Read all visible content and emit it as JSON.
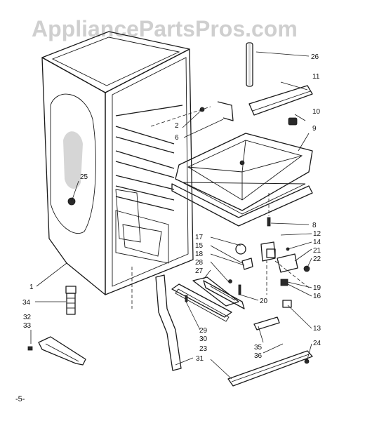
{
  "watermark": "AppliancePartsPros.com",
  "page_number": "-5-",
  "callouts": {
    "c1": "1",
    "c2": "2",
    "c6": "6",
    "c8": "8",
    "c9": "9",
    "c10": "10",
    "c11": "11",
    "c12": "12",
    "c13": "13",
    "c14": "14",
    "c15": "15",
    "c16": "16",
    "c17": "17",
    "c18": "18",
    "c19": "19",
    "c20": "20",
    "c21": "21",
    "c22": "22",
    "c23": "23",
    "c24": "24",
    "c25": "25",
    "c26": "26",
    "c27": "27",
    "c28": "28",
    "c29": "29",
    "c30": "30",
    "c31": "31",
    "c32": "32",
    "c33": "33",
    "c34": "34",
    "c35": "35",
    "c36": "36"
  }
}
